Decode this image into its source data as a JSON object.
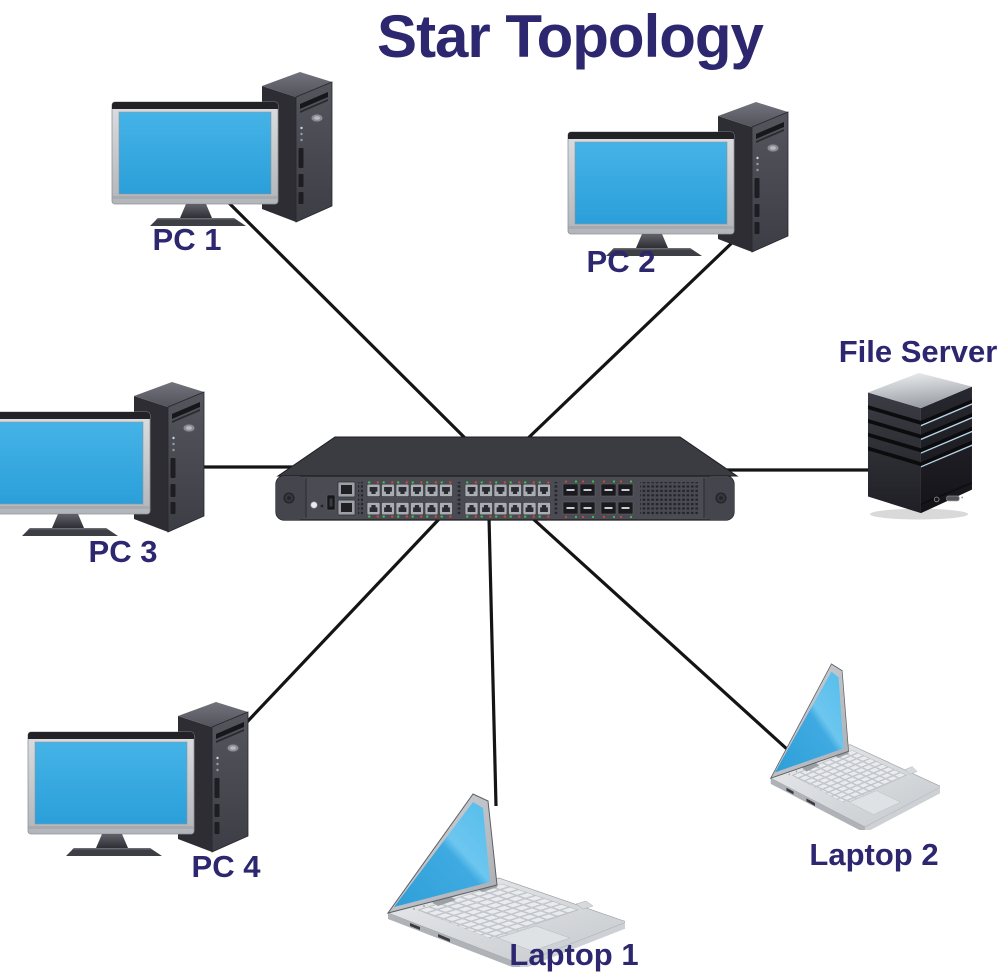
{
  "title": "Star Topology",
  "colors": {
    "title_text": "#2C276F",
    "label_text": "#2C276F",
    "connection_line": "#141414",
    "screen_blue": "#34A9E2"
  },
  "diagram": {
    "type": "star",
    "hub": {
      "id": "switch",
      "device": "network-switch"
    },
    "nodes": [
      {
        "id": "pc1",
        "label": "PC 1",
        "device": "desktop-pc"
      },
      {
        "id": "pc2",
        "label": "PC 2",
        "device": "desktop-pc"
      },
      {
        "id": "file-server",
        "label": "File Server",
        "device": "server-tower"
      },
      {
        "id": "pc3",
        "label": "PC 3",
        "device": "desktop-pc"
      },
      {
        "id": "pc4",
        "label": "PC 4",
        "device": "desktop-pc"
      },
      {
        "id": "laptop1",
        "label": "Laptop 1",
        "device": "laptop"
      },
      {
        "id": "laptop2",
        "label": "Laptop 2",
        "device": "laptop"
      }
    ],
    "edges": [
      {
        "from": "pc1",
        "to": "switch"
      },
      {
        "from": "pc2",
        "to": "switch"
      },
      {
        "from": "file-server",
        "to": "switch"
      },
      {
        "from": "pc3",
        "to": "switch"
      },
      {
        "from": "pc4",
        "to": "switch"
      },
      {
        "from": "laptop1",
        "to": "switch"
      },
      {
        "from": "laptop2",
        "to": "switch"
      }
    ]
  }
}
